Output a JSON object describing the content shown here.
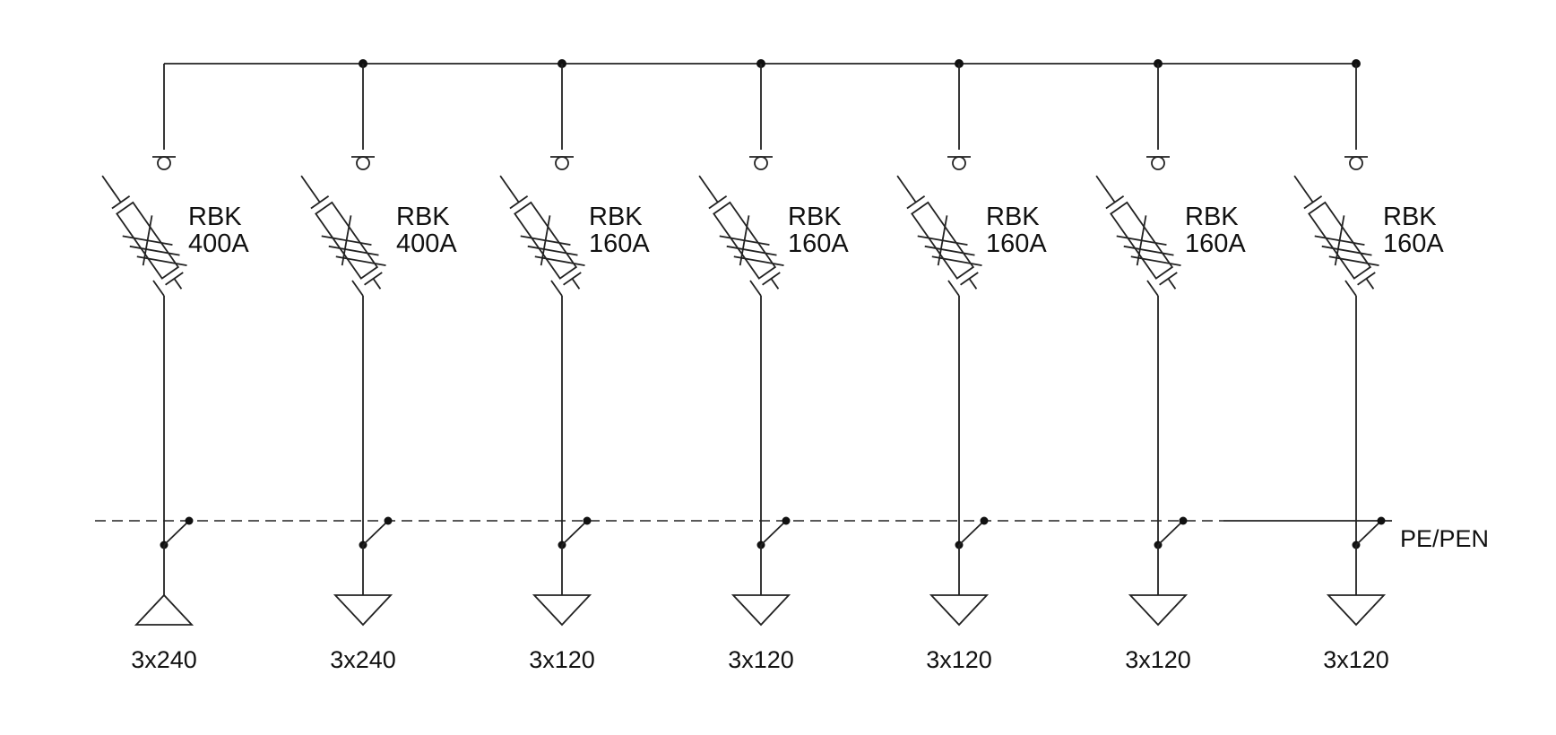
{
  "feeders": [
    {
      "fuse_type": "RBK",
      "fuse_rating": "400A",
      "cable": "3x240"
    },
    {
      "fuse_type": "RBK",
      "fuse_rating": "400A",
      "cable": "3x240"
    },
    {
      "fuse_type": "RBK",
      "fuse_rating": "160A",
      "cable": "3x120"
    },
    {
      "fuse_type": "RBK",
      "fuse_rating": "160A",
      "cable": "3x120"
    },
    {
      "fuse_type": "RBK",
      "fuse_rating": "160A",
      "cable": "3x120"
    },
    {
      "fuse_type": "RBK",
      "fuse_rating": "160A",
      "cable": "3x120"
    },
    {
      "fuse_type": "RBK",
      "fuse_rating": "160A",
      "cable": "3x120"
    }
  ],
  "pe_label": "PE/PEN"
}
